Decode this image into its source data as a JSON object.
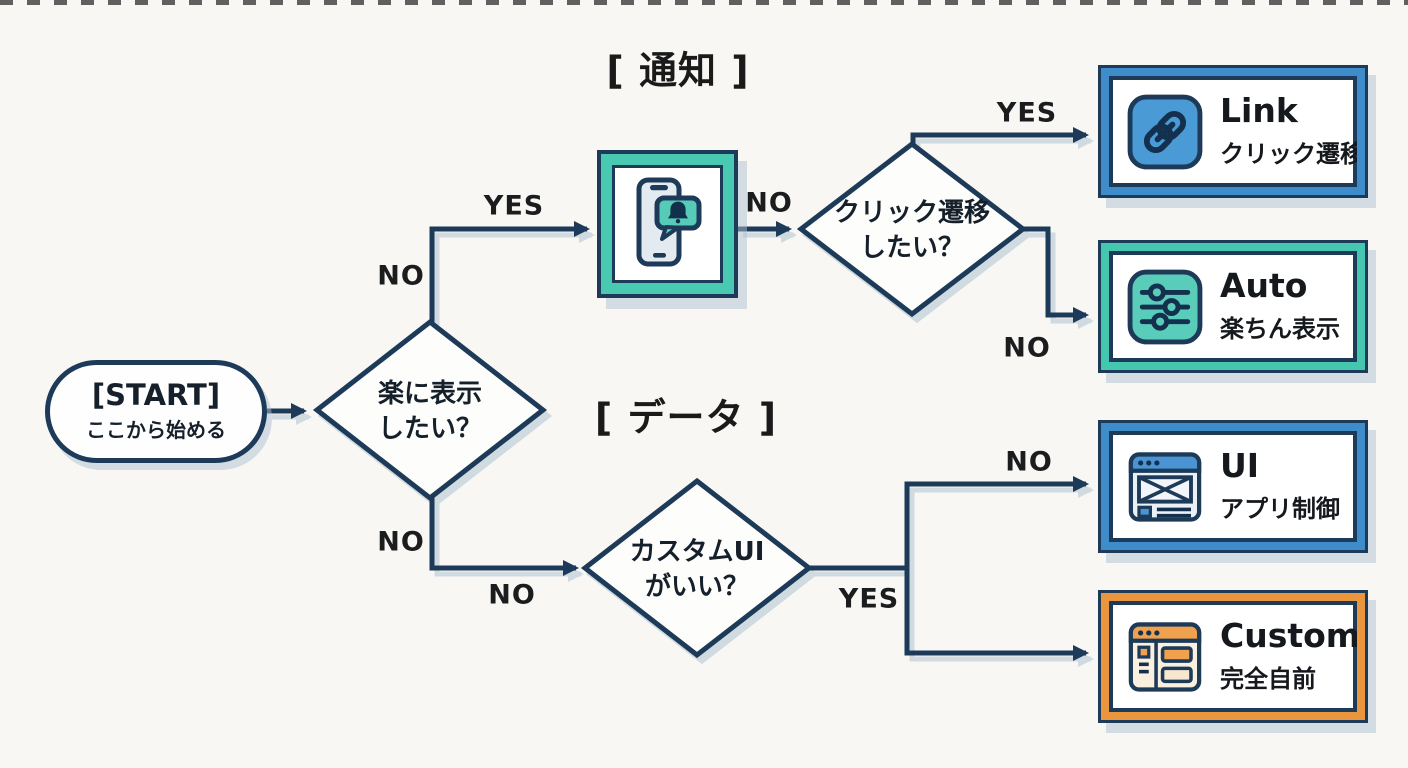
{
  "diagram": {
    "headers": {
      "notification": "[ 通知 ]",
      "data": "[ データ ]"
    },
    "start": {
      "title": "[START]",
      "subtitle": "ここから始める"
    },
    "decisions": {
      "easy_display": {
        "line1": "楽に表示",
        "line2": "したい？"
      },
      "click_transition": {
        "line1": "クリック遷移",
        "line2": "したい？"
      },
      "custom_ui": {
        "line1": "カスタムUI",
        "line2": "がいい？"
      }
    },
    "edge_labels": {
      "d1_up_yes": "YES",
      "d1_up_no": "NO",
      "phone_to_d2_no": "NO",
      "d2_yes": "YES",
      "d2_no": "NO",
      "d1_down_no_side": "NO",
      "d1_down_no_below": "NO",
      "d3_no": "NO",
      "d3_yes": "YES"
    },
    "notification_box": {
      "icon": "phone-notification-icon"
    },
    "results": {
      "link": {
        "title": "Link",
        "subtitle": "クリック遷移",
        "accent": "#3e8cc9",
        "icon": "link-icon"
      },
      "auto": {
        "title": "Auto",
        "subtitle": "楽ちん表示",
        "accent": "#45c7af",
        "icon": "sliders-icon"
      },
      "ui": {
        "title": "UI",
        "subtitle": "アプリ制御",
        "accent": "#3e8cc9",
        "icon": "browser-icon"
      },
      "custom": {
        "title": "Custom",
        "subtitle": "完全自前",
        "accent": "#e9963e",
        "icon": "browser-layout-icon"
      }
    },
    "colors": {
      "line": "#1d3b58",
      "teal": "#45c7af",
      "blue": "#3e8cc9",
      "orange": "#e9963e",
      "background": "#f8f7f4"
    }
  }
}
